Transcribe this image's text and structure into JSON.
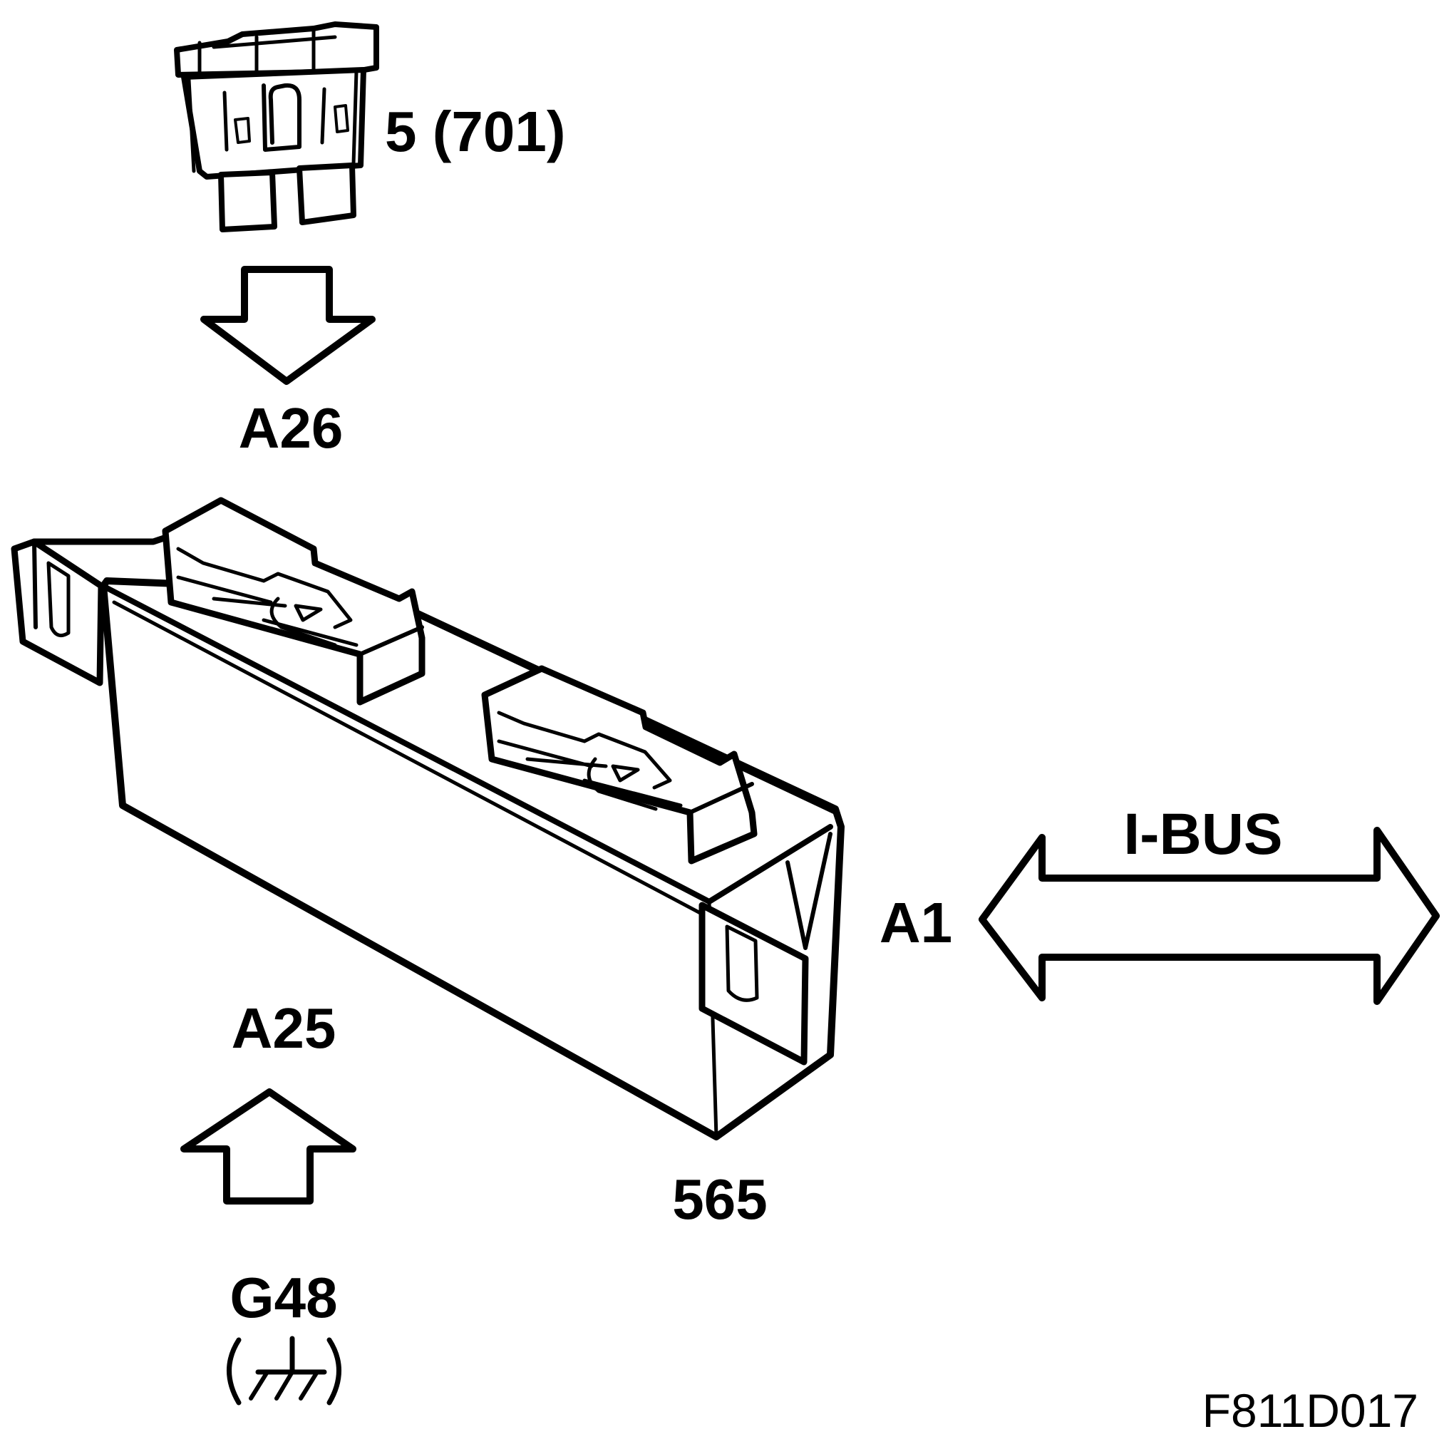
{
  "labels": {
    "fuse_label": "5 (701)",
    "connector_top": "A26",
    "connector_bottom": "A25",
    "connector_side": "A1",
    "bus_label": "I-BUS",
    "module_number": "565",
    "ground_point": "G48",
    "figure_code": "F811D017"
  },
  "icons": {
    "fuse": "blade-fuse-icon",
    "ground": "chassis-ground-symbol-icon",
    "arrow_down": "arrow-down-icon",
    "arrow_up": "arrow-up-icon",
    "arrow_bidirectional": "double-arrow-icon"
  },
  "colors": {
    "line": "#000000",
    "background": "#ffffff"
  }
}
